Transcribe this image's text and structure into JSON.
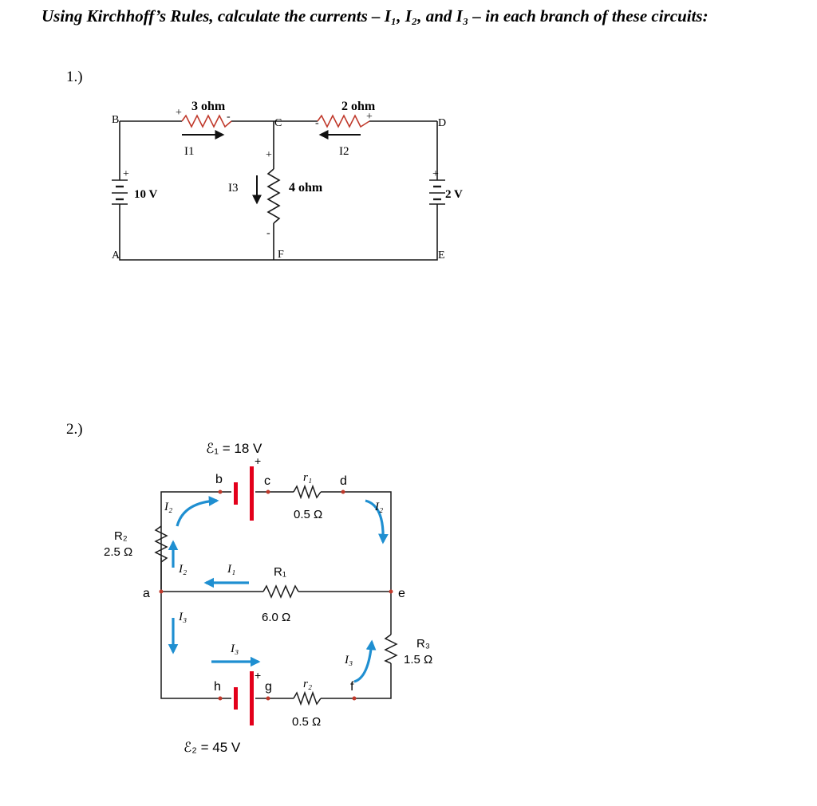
{
  "page": {
    "title": "Using Kirchhoff’s Rules, calculate the currents – I₁, I₂, and I₃ – in each branch of these circuits:",
    "problem1_number": "1.)",
    "problem2_number": "2.)"
  },
  "circuit1": {
    "nodes": {
      "A": "A",
      "B": "B",
      "C": "C",
      "D": "D",
      "E": "E",
      "F": "F"
    },
    "r_left_label": "3 ohm",
    "r_right_label": "2 ohm",
    "r_middle_label": "4 ohm",
    "battery_left_label": "10 V",
    "battery_right_label": "2 V",
    "i1_label": "I1",
    "i2_label": "I2",
    "i3_label": "I3",
    "plus": "+",
    "minus": "-"
  },
  "circuit2": {
    "emf1_label": "ℰ₁ = 18 V",
    "emf2_label": "ℰ₂ = 45 V",
    "r1_int_label": "r₁",
    "r1_int_value": "0.5 Ω",
    "r2_int_label": "r₂",
    "r2_int_value": "0.5 Ω",
    "R1_label": "R₁",
    "R1_value": "6.0 Ω",
    "R2_label": "R₂",
    "R2_value": "2.5 Ω",
    "R3_label": "R₃",
    "R3_value": "1.5 Ω",
    "nodes": {
      "a": "a",
      "b": "b",
      "c": "c",
      "d": "d",
      "e": "e",
      "f": "f",
      "g": "g",
      "h": "h"
    },
    "I1": "I₁",
    "I2": "I₂",
    "I3": "I₃",
    "plus": "+"
  },
  "colors": {
    "wire": "#1a1a1a",
    "resistor1": "#c0392b",
    "arrow": "#1f8fd1",
    "battery": "#e3001b"
  }
}
